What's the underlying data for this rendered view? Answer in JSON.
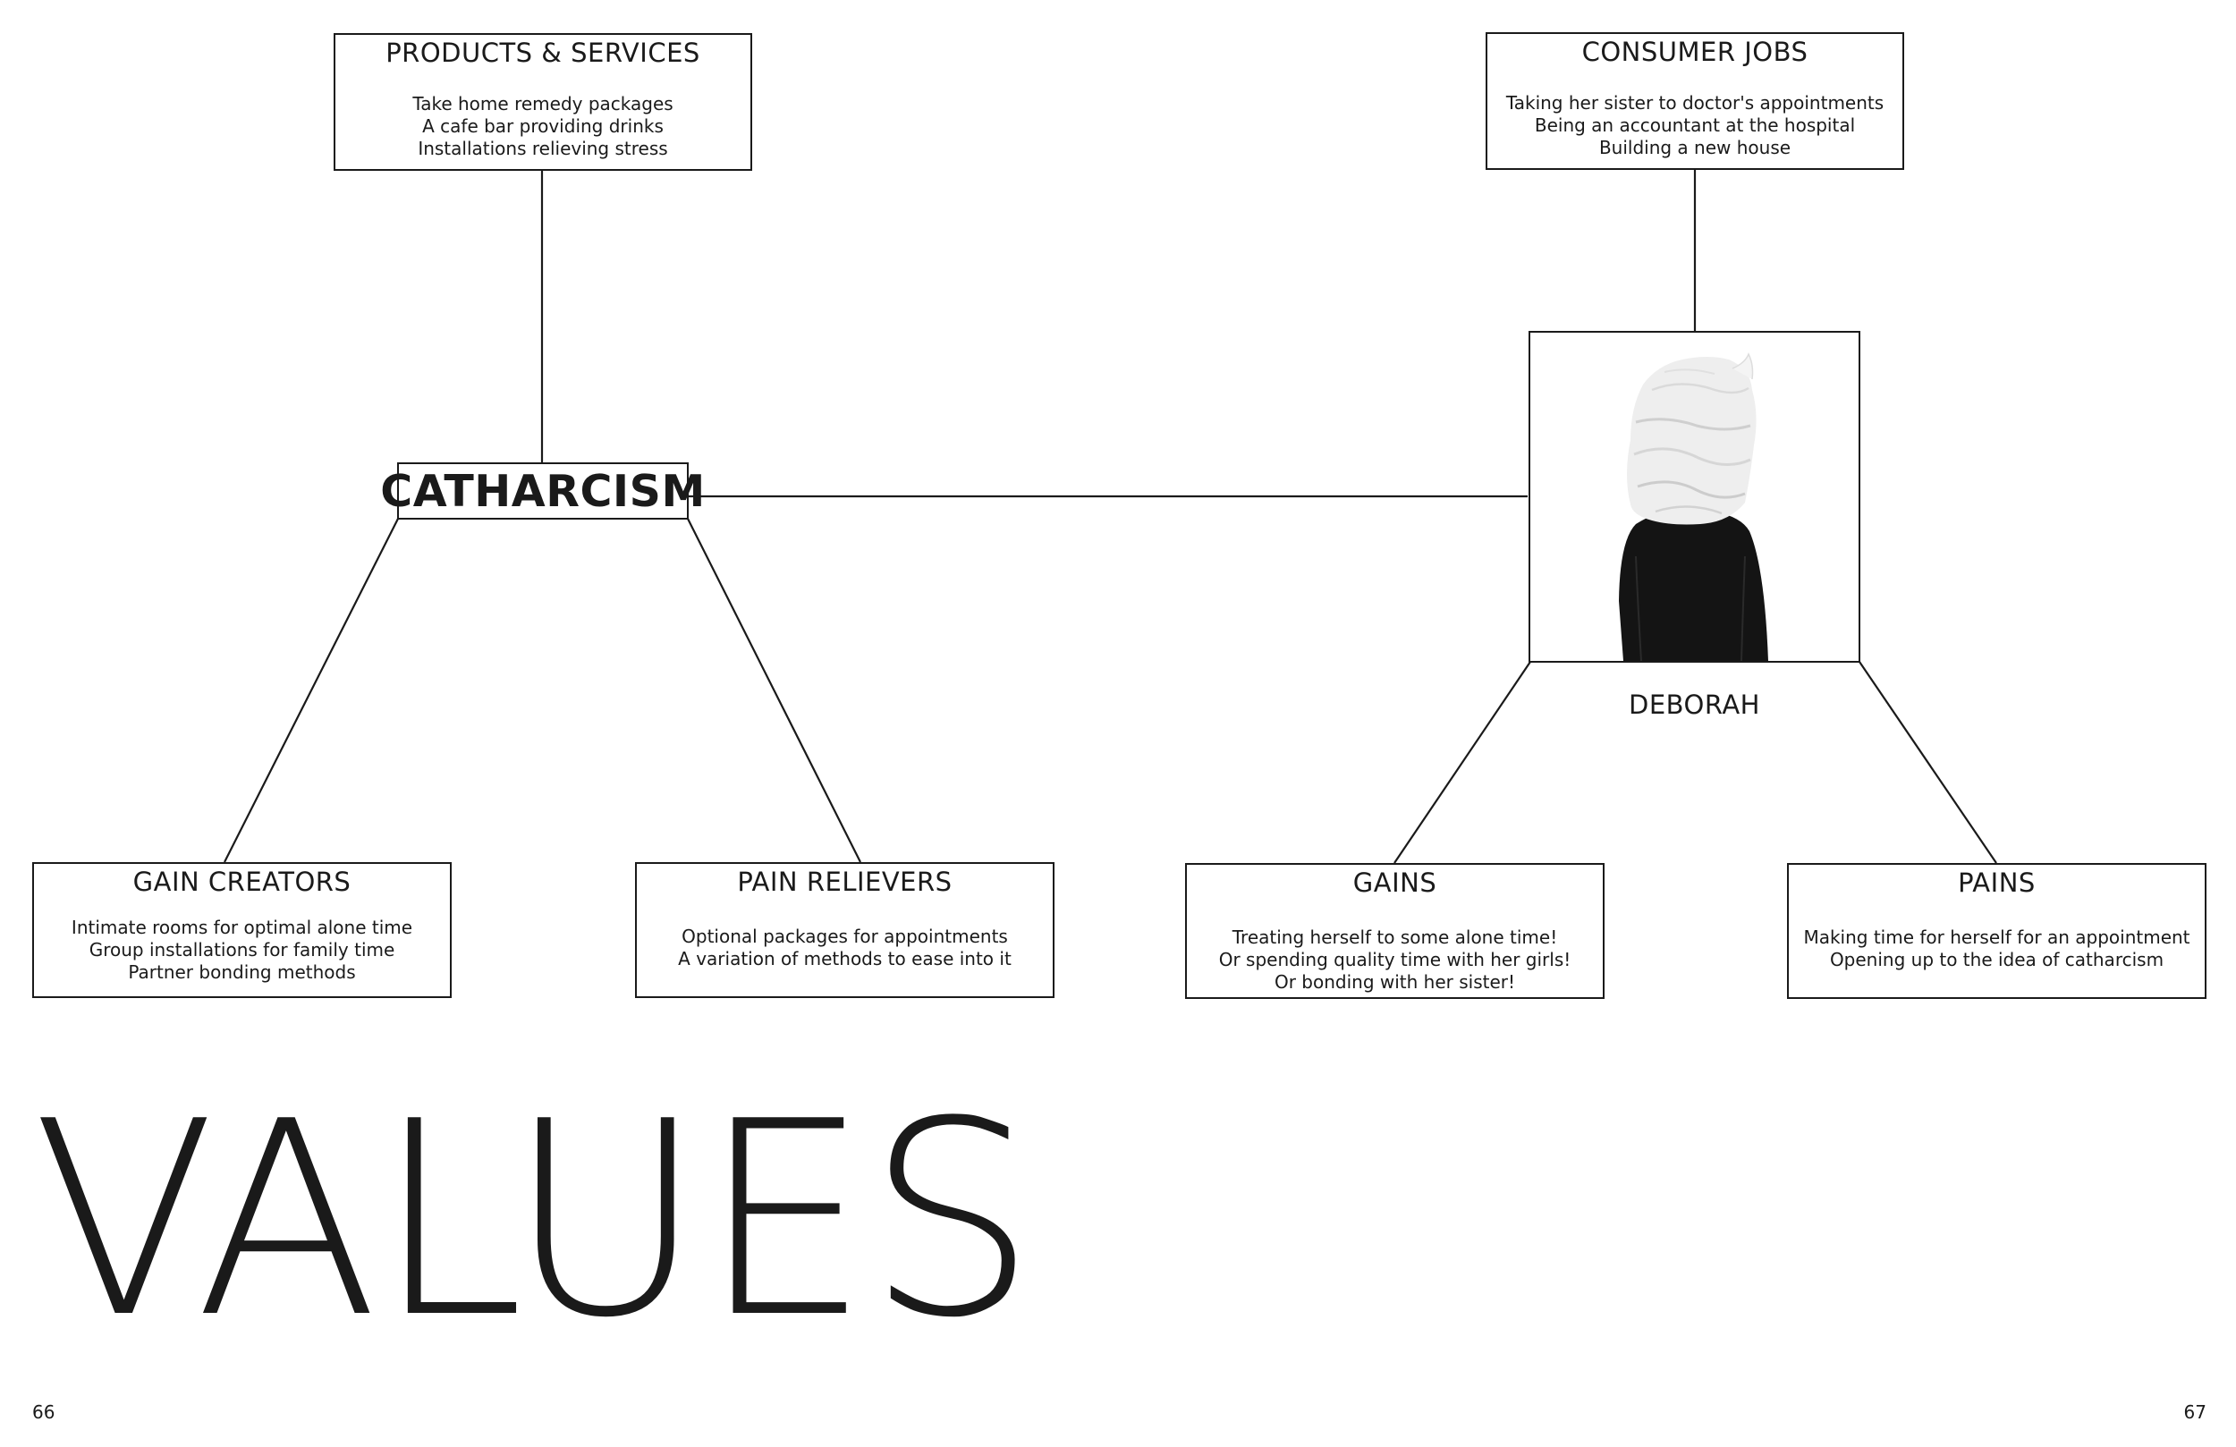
{
  "products_services": {
    "title": "PRODUCTS & SERVICES",
    "lines": [
      "Take home remedy packages",
      "A cafe bar providing drinks",
      "Installations relieving stress"
    ]
  },
  "consumer_jobs": {
    "title": "CONSUMER JOBS",
    "lines": [
      "Taking her sister to doctor's appointments",
      "Being an accountant at the hospital",
      "Building a new house"
    ]
  },
  "center": {
    "label": "CATHARCISM"
  },
  "persona": {
    "name": "DEBORAH"
  },
  "gain_creators": {
    "title": "GAIN CREATORS",
    "lines": [
      "Intimate rooms for optimal alone time",
      "Group installations for family time",
      "Partner bonding methods"
    ]
  },
  "pain_relievers": {
    "title": "PAIN RELIEVERS",
    "lines": [
      "Optional packages for appointments",
      "A variation of methods to ease into it"
    ]
  },
  "gains": {
    "title": "GAINS",
    "lines": [
      "Treating herself to some alone time!",
      "Or spending quality time with her girls!",
      "Or bonding with her sister!"
    ]
  },
  "pains": {
    "title": "PAINS",
    "lines": [
      "Making time for herself for an appointment",
      "Opening up to the idea of catharcism"
    ]
  },
  "page_title": "VALUES",
  "page_numbers": {
    "left": "66",
    "right": "67"
  }
}
